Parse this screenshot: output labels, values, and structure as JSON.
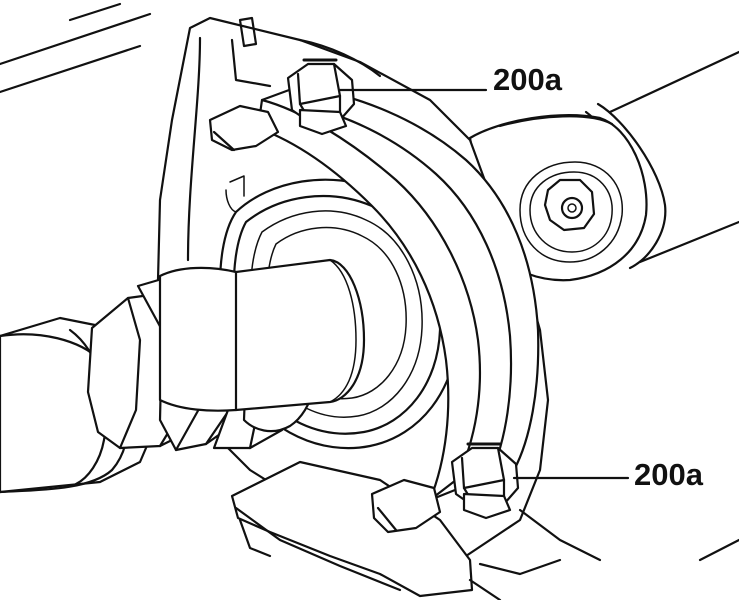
{
  "callouts": [
    {
      "id": "top",
      "label": "200a"
    },
    {
      "id": "bottom",
      "label": "200a"
    }
  ],
  "colors": {
    "line": "#111111",
    "background": "#ffffff"
  }
}
